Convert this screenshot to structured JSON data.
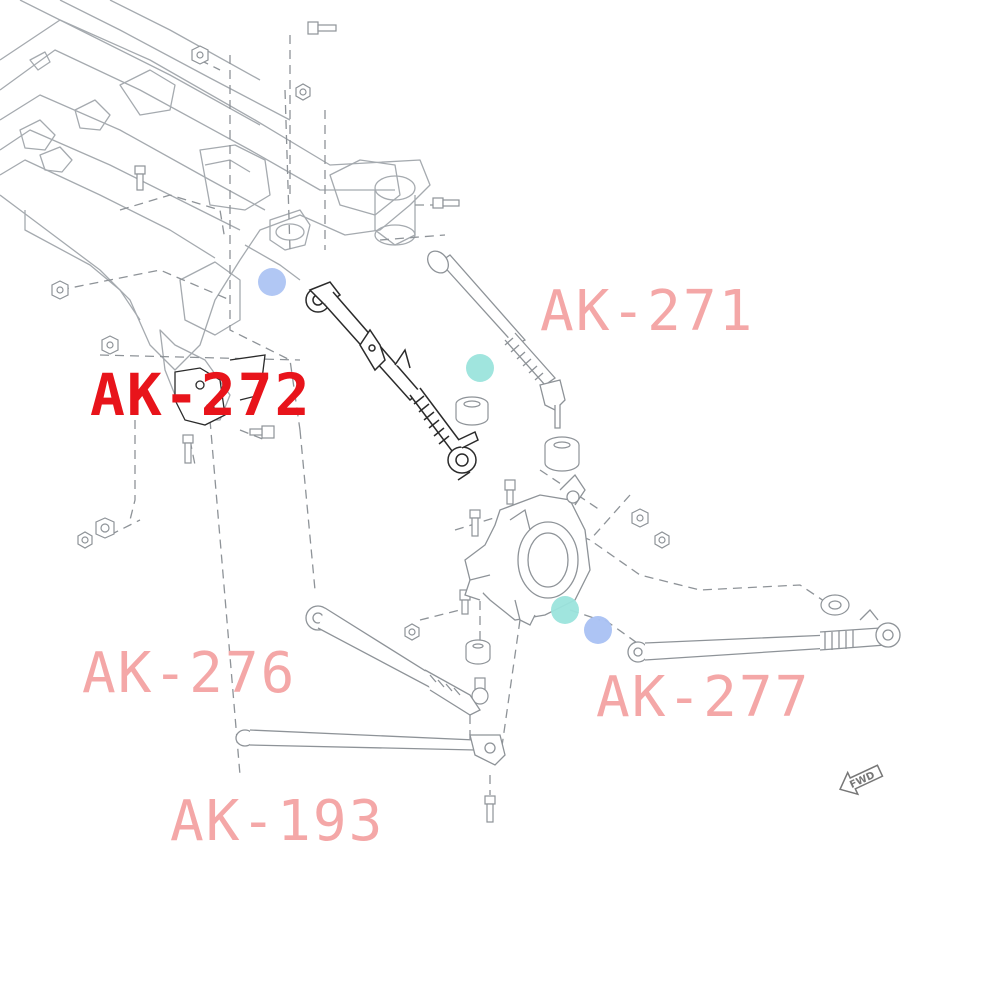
{
  "colors": {
    "line": "#9aa0a6",
    "line_dark": "#333333",
    "label_pale": "#f4a7a7",
    "label_active": "#e8141b",
    "dot_blue": "#a9c1f3",
    "dot_teal": "#9be4dc"
  },
  "labels": {
    "ak271": "AK-271",
    "ak272": "AK-272",
    "ak276": "AK-276",
    "ak277": "AK-277",
    "ak193": "AK-193"
  },
  "active_part": "AK-272",
  "fwd_text": "FWD",
  "icons": [
    "forward-direction-arrow-icon"
  ]
}
